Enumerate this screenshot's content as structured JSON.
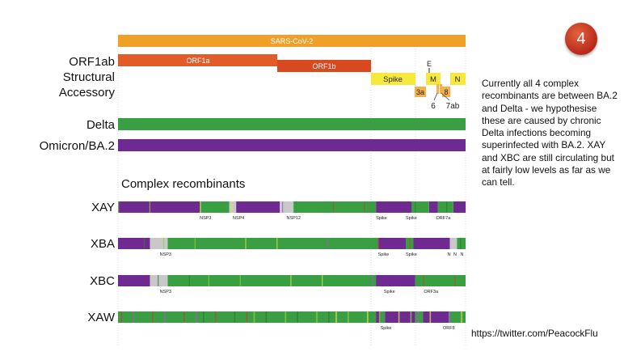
{
  "badge": "4",
  "note": "Currently all 4 complex recombinants are between BA.2 and Delta - we hypothesise these are caused by chronic Delta infections becoming superinfected with BA.2. XAY and XBC are still circulating but at fairly low levels as far as we can tell.",
  "source": "https://twitter.com/PeacockFlu",
  "section_title": "Complex recombinants",
  "colors": {
    "delta": "#3a9e42",
    "ba2": "#6f2a91",
    "orf1a": "#e25c2a",
    "orf1b": "#d9491f",
    "structural": "#f6e93c",
    "accessory": "#f3b04b",
    "sars": "#f0a029",
    "uncertain": "#c8c8c8"
  },
  "genome": {
    "sars_label": "SARS-CoV-2",
    "orf1a_label": "ORF1a",
    "orf1b_label": "ORF1b",
    "spike_label": "Spike",
    "e_label": "E",
    "m_label": "M",
    "n_label": "N",
    "orf3a_label": "3a",
    "orf8_label": "8",
    "orf6_label": "6",
    "orf7ab_label": "7ab"
  },
  "rows": {
    "orf1ab": "ORF1ab",
    "structural": "Structural",
    "accessory": "Accessory",
    "delta": "Delta",
    "omicron": "Omicron/BA.2"
  },
  "recombinants": [
    {
      "name": "XAY",
      "segments": [
        [
          "ba2",
          0,
          0.235
        ],
        [
          "delta",
          0.235,
          0.32
        ],
        [
          "uncertain",
          0.32,
          0.34
        ],
        [
          "ba2",
          0.34,
          0.465
        ],
        [
          "uncertain",
          0.465,
          0.505
        ],
        [
          "delta",
          0.505,
          0.742
        ],
        [
          "ba2",
          0.742,
          0.845
        ],
        [
          "delta",
          0.845,
          0.895
        ],
        [
          "ba2",
          0.895,
          0.92
        ],
        [
          "delta",
          0.92,
          0.965
        ],
        [
          "ba2",
          0.965,
          1
        ]
      ],
      "labels": [
        [
          "NSP3",
          0.235
        ],
        [
          "NSP4",
          0.33
        ],
        [
          "NSP12",
          0.485
        ],
        [
          "Spike",
          0.742
        ],
        [
          "Spike",
          0.828
        ],
        [
          "ORF7a",
          0.915
        ]
      ]
    },
    {
      "name": "XBA",
      "segments": [
        [
          "ba2",
          0,
          0.092
        ],
        [
          "uncertain",
          0.092,
          0.143
        ],
        [
          "delta",
          0.143,
          0.748
        ],
        [
          "ba2",
          0.748,
          0.828
        ],
        [
          "delta",
          0.828,
          0.85
        ],
        [
          "ba2",
          0.85,
          0.955
        ],
        [
          "uncertain",
          0.955,
          0.975
        ],
        [
          "delta",
          0.975,
          1
        ]
      ],
      "labels": [
        [
          "NSP3",
          0.12
        ],
        [
          "Spike",
          0.748
        ],
        [
          "Spike",
          0.828
        ],
        [
          "N",
          0.948
        ],
        [
          "N",
          0.965
        ],
        [
          "N",
          0.985
        ]
      ]
    },
    {
      "name": "XBC",
      "segments": [
        [
          "ba2",
          0,
          0.092
        ],
        [
          "uncertain",
          0.092,
          0.143
        ],
        [
          "delta",
          0.143,
          0.742
        ],
        [
          "ba2",
          0.742,
          0.855
        ],
        [
          "delta",
          0.855,
          1
        ]
      ],
      "labels": [
        [
          "NSP3",
          0.12
        ],
        [
          "Spike",
          0.765
        ],
        [
          "ORF3a",
          0.88
        ]
      ]
    },
    {
      "name": "XAW",
      "segments": [
        [
          "delta",
          0,
          0.742
        ],
        [
          "ba2",
          0.742,
          0.755
        ],
        [
          "delta",
          0.755,
          0.768
        ],
        [
          "ba2",
          0.768,
          0.855
        ],
        [
          "delta",
          0.855,
          0.878
        ],
        [
          "ba2",
          0.878,
          0.952
        ],
        [
          "delta",
          0.952,
          1
        ]
      ],
      "labels": [
        [
          "Spike",
          0.755
        ],
        [
          "ORF8",
          0.935
        ]
      ]
    }
  ]
}
